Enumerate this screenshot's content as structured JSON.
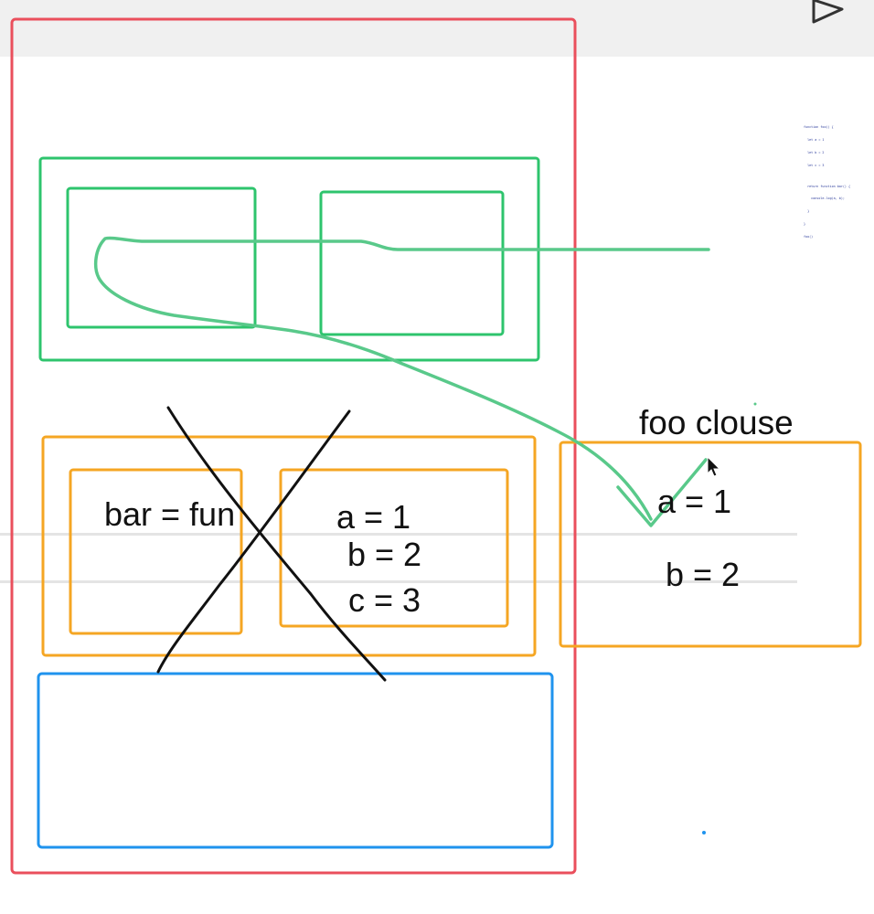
{
  "toolbar": {
    "play_icon": "play-icon"
  },
  "colors": {
    "call_stack": "#ea4f5c",
    "global_context": "#2ec46d",
    "execution_context": "#f5a623",
    "heap": "#1f93ee",
    "annotation_line": "#59c98a",
    "cross_out": "#111111"
  },
  "bar_context": {
    "variables": "bar = fun",
    "values": [
      "a = 1",
      "b = 2",
      "c = 3"
    ]
  },
  "closure": {
    "title": "foo clouse",
    "values": [
      "a = 1",
      "b = 2"
    ]
  },
  "code_thumbnail": {
    "lines": [
      "function foo() {",
      "  let a = 1",
      "  let b = 2",
      "  let c = 3",
      "",
      "  return function bar() {",
      "    console.log(a, b);",
      "  }",
      "}",
      "foo()"
    ]
  }
}
